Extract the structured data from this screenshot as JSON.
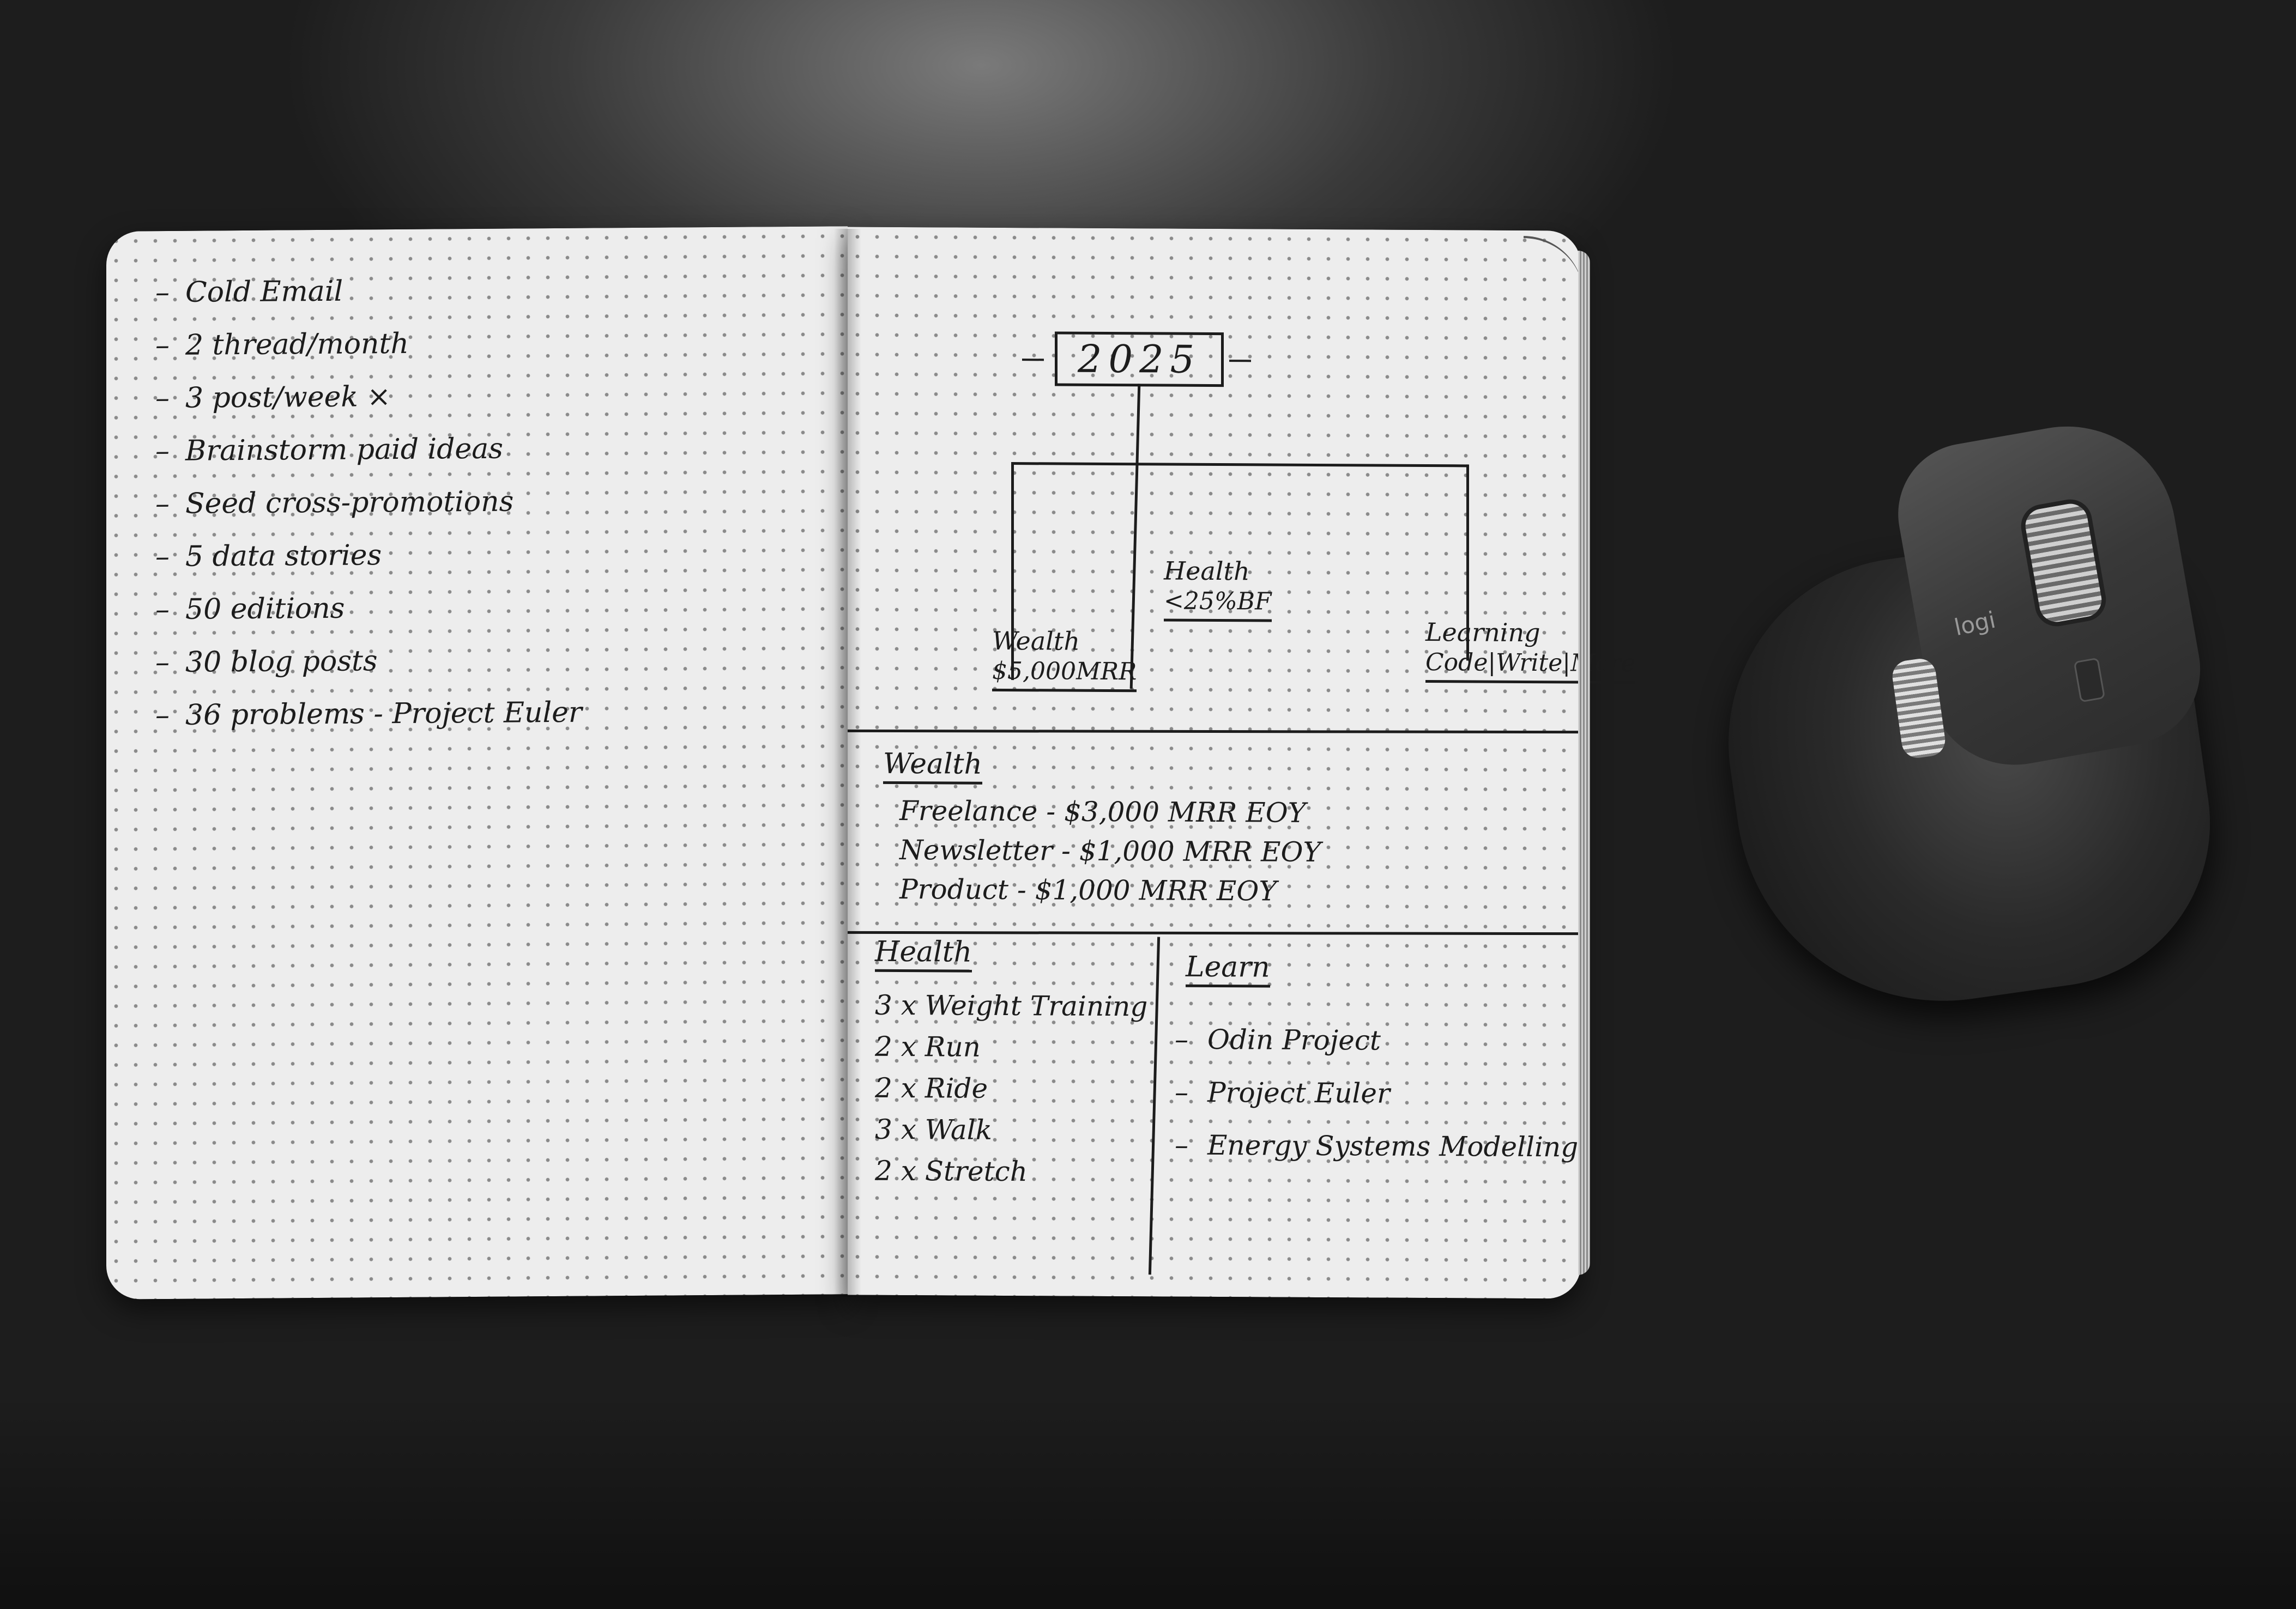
{
  "notebook": {
    "left_page": {
      "items": [
        "Cold Email",
        "2 thread/month",
        "3 post/week ×",
        "Brainstorm paid ideas",
        "Seed cross-promotions",
        "5 data stories",
        "50 editions",
        "30 blog posts",
        "36 problems - Project Euler"
      ]
    },
    "right_page": {
      "year": "2025",
      "goals": {
        "health": {
          "title": "Health",
          "value": "<25%BF"
        },
        "wealth": {
          "title": "Wealth",
          "value": "$5,000MRR"
        },
        "learning": {
          "title": "Learning",
          "value": "Code|Write|More"
        }
      },
      "wealth_section": {
        "title": "Wealth",
        "items": [
          "Freelance - $3,000 MRR EOY",
          "Newsletter - $1,000 MRR EOY",
          "Product - $1,000 MRR EOY"
        ]
      },
      "health_section": {
        "title": "Health",
        "items": [
          "3 x Weight Training",
          "2 x Run",
          "2 x Ride",
          "3 x Walk",
          "2 x Stretch"
        ]
      },
      "learn_section": {
        "title": "Learn",
        "items": [
          "Odin Project",
          "Project Euler",
          "Energy Systems Modelling"
        ]
      }
    }
  },
  "mouse": {
    "logo": "logi"
  }
}
